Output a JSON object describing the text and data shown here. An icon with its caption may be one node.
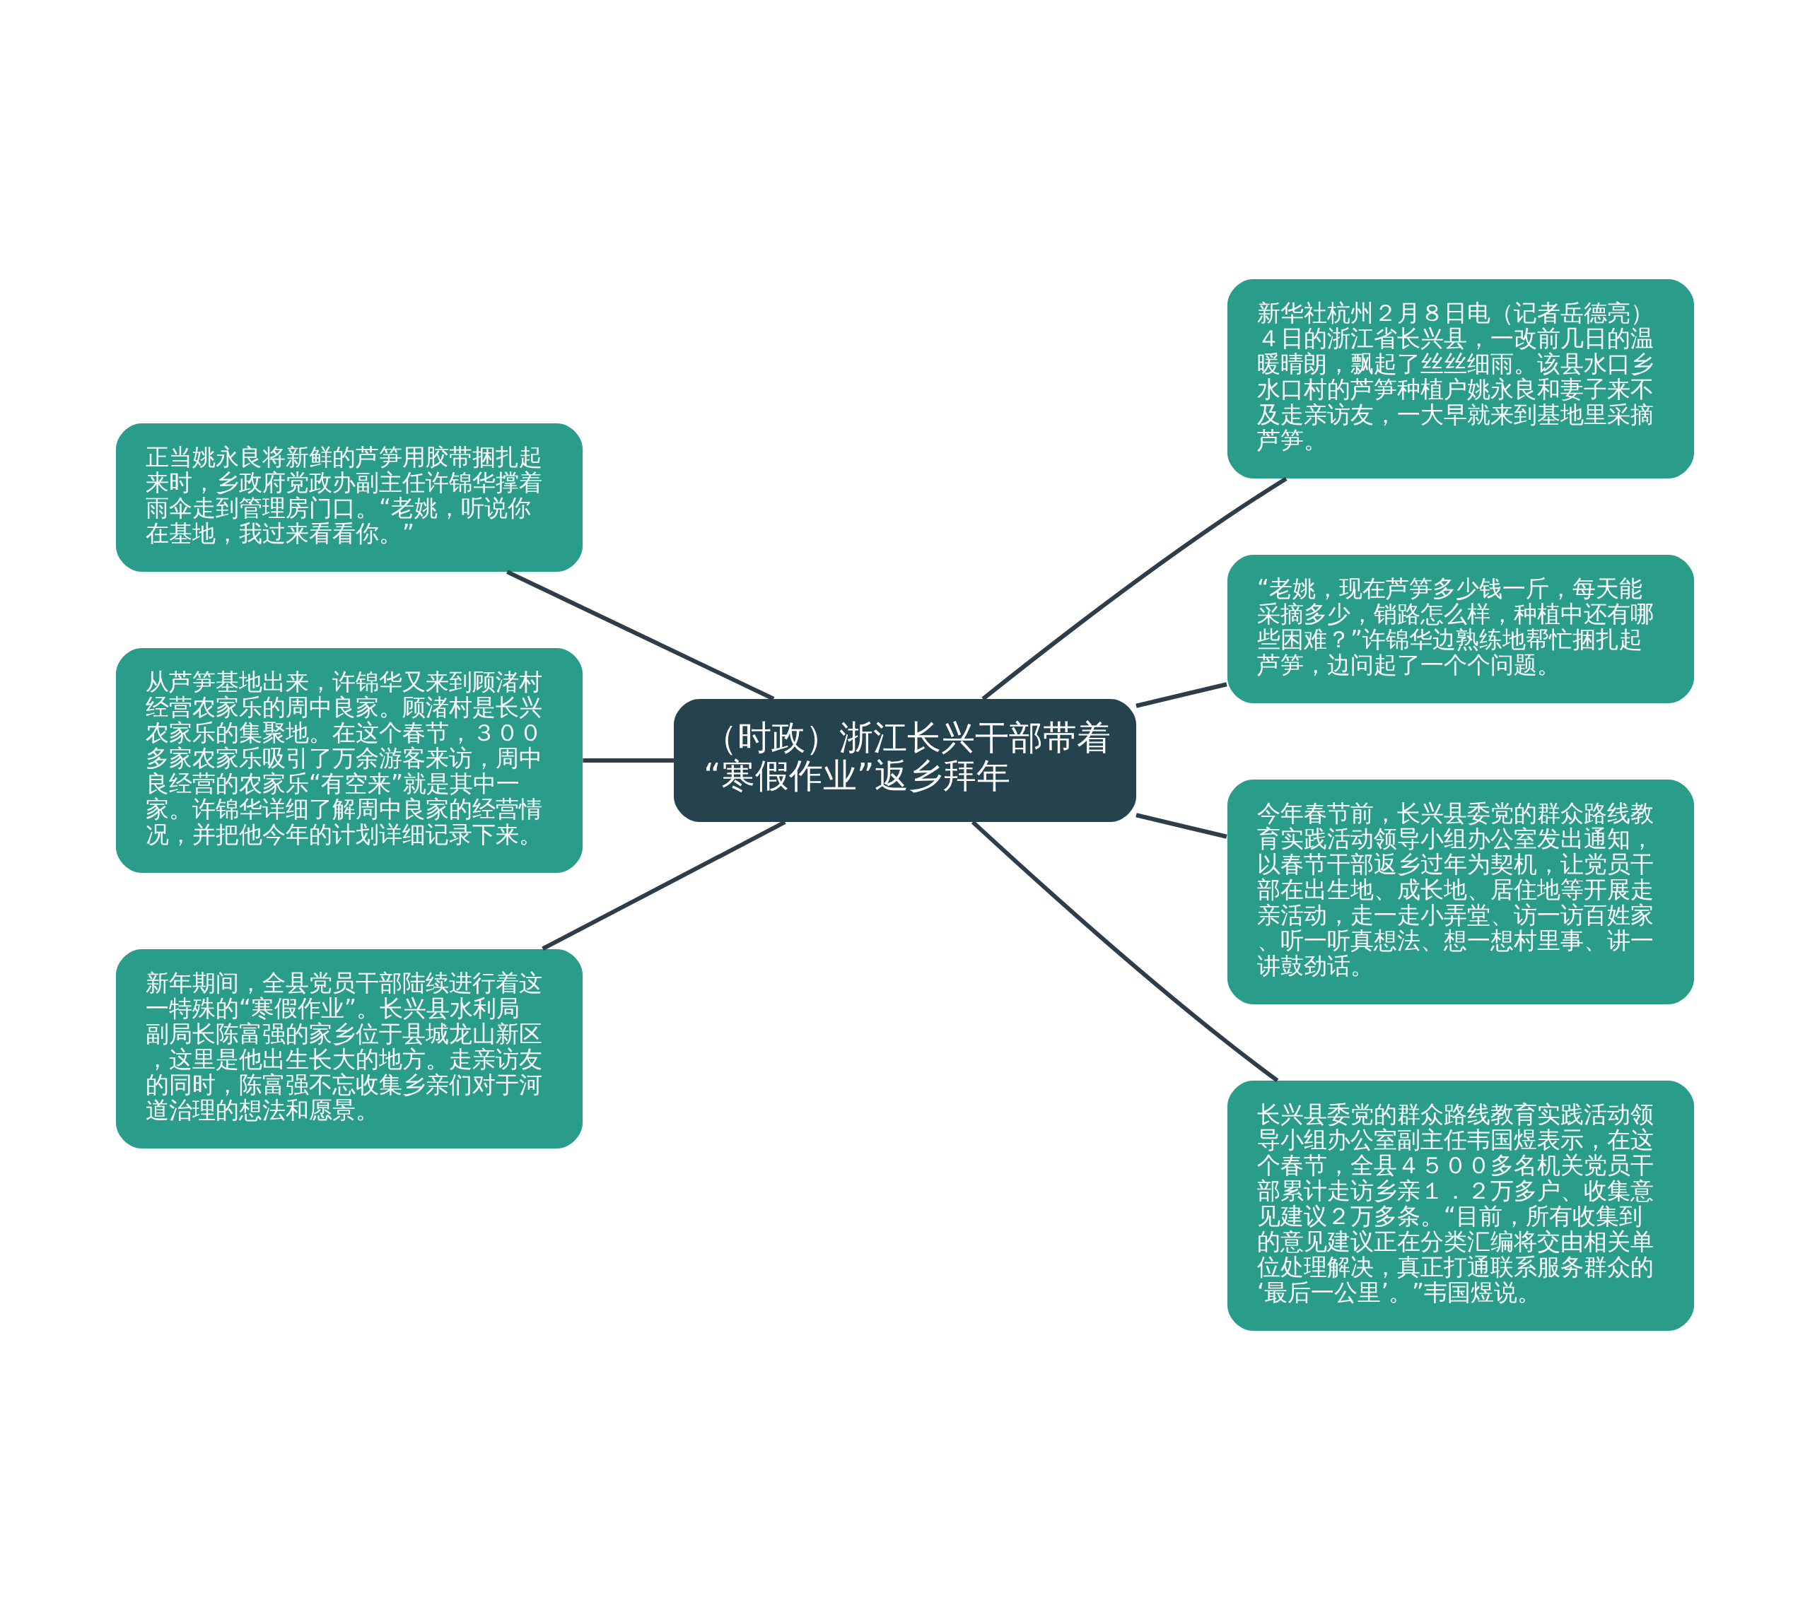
{
  "diagram": {
    "nodes": [
      {
        "text": [
          "（时政）浙江长兴干部带着“寒假作业”返乡拜年"
        ]
      },
      {
        "text": [
          "新华社杭州２月８日电（记者岳德亮）４日的浙江省长兴县，一改前几日的温暖晴朗，飘起了丝丝细雨。该县水口乡水口村的芦笋种植户姚永良和妻子来不及走亲访友，一大早就来到基地里采摘芦笋。"
        ]
      },
      {
        "text": [
          "“老姚，现在芦笋多少钱一斤，每天能采摘多少，销路怎么样，种植中还有哪些困难？”许锦华边熟练地帮忙捆扎起芦笋，边问起了一个个问题。"
        ]
      },
      {
        "text": [
          "今年春节前，长兴县委党的群众路线教育实践活动领导小组办公室发出通知，以春节干部返乡过年为契机，让党员干部在出生地、成长地、居住地等开展走亲活动，走一走小弄堂、访一访百姓家、听一听真想法、想一想村里事、讲一讲鼓劲话。"
        ]
      },
      {
        "text": [
          "长兴县委党的群众路线教育实践活动领导小组办公室副主任韦国煜表示，在这个春节，全县４５００多名机关党员干部累计走访乡亲１．２万多户、收集意见建议２万多条。“目前，所有收集到的意见建议正在分类汇编将交由相关单位处理解决，真正打通联系服务群众的‘最后一公里’。”韦国煜说。"
        ]
      },
      {
        "text": [
          "正当姚永良将新鲜的芦笋用胶带捆扎起来时，乡政府党政办副主任许锦华撑着雨伞走到管理房门口。“老姚，听说你在基地，我过来看看你。”"
        ]
      },
      {
        "text": [
          "从芦笋基地出来，许锦华又来到顾渚村经营农家乐的周中良家。顾渚村是长兴农家乐的集聚地。在这个春节，３００多家农家乐吸引了万余游客来访，周中良经营的农家乐“有空来”就是其中一家。许锦华详细了解周中良家的经营情况，并把他今年的计划详细记录下来。"
        ]
      },
      {
        "text": [
          "新年期间，全县党员干部陆续进行着这一特殊的“寒假作业”。长兴县水利局副局长陈富强的家乡位于县城龙山新区，这里是他出生长大的地方。走亲访友的同时，陈富强不忘收集乡亲们对于河道治理的想法和愿景。"
        ]
      }
    ],
    "edges": [
      {
        "from": 0,
        "to": 1,
        "arrow": "none"
      },
      {
        "from": 0,
        "to": 2,
        "arrow": "none"
      },
      {
        "from": 0,
        "to": 3,
        "arrow": "none"
      },
      {
        "from": 0,
        "to": 4,
        "arrow": "none"
      },
      {
        "from": 0,
        "to": 5,
        "arrow": "none"
      },
      {
        "from": 0,
        "to": 6,
        "arrow": "none"
      },
      {
        "from": 0,
        "to": 7,
        "arrow": "none"
      }
    ]
  }
}
